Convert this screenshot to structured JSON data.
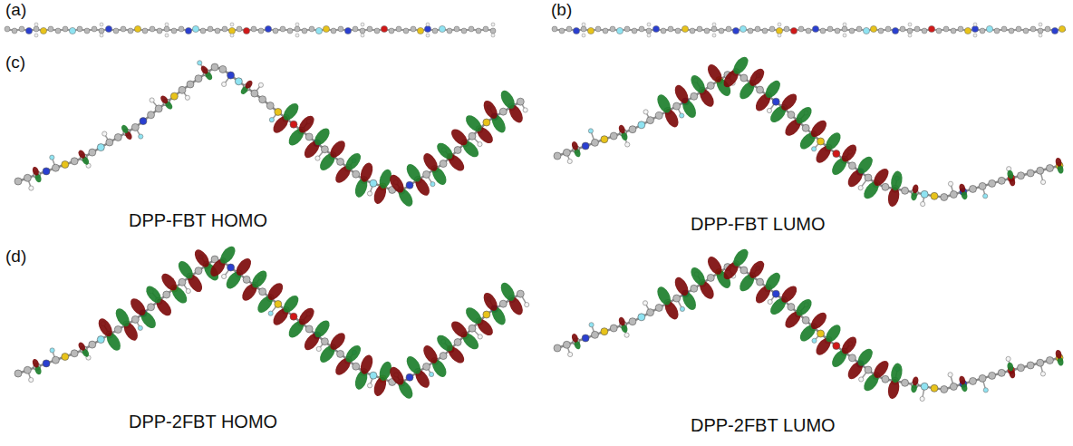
{
  "diagram": {
    "labels": [
      "(a)",
      "(b)",
      "(c)",
      "DPP-FBT HOMO",
      "DPP-FBT LUMO",
      "(d)",
      "DPP-2FBT HOMO",
      "DPP-2FBT LUMO"
    ]
  }
}
